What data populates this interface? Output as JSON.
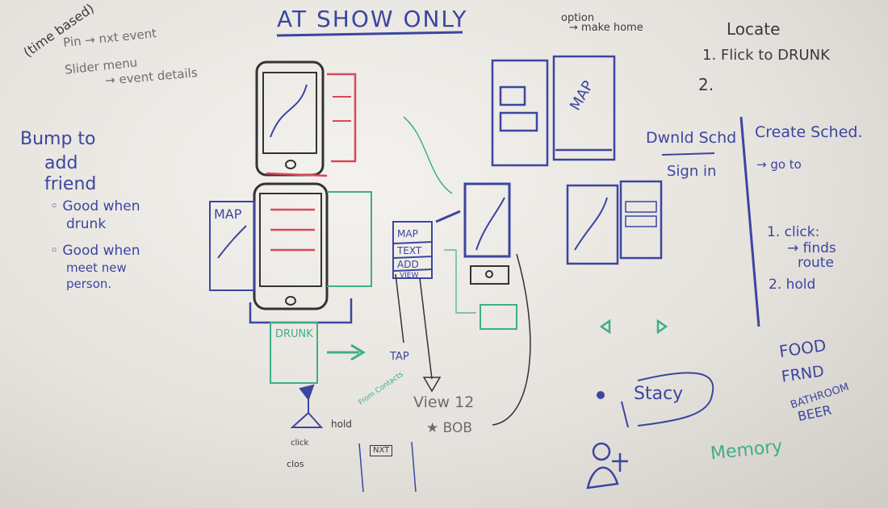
{
  "header": {
    "title": "AT SHOW ONLY"
  },
  "top_left_notes": {
    "time_based": "(time based)",
    "pin": "Pin → nxt event",
    "slider": "Slider menu",
    "slider_sub": "→ event details"
  },
  "bump": {
    "title_line1": "Bump to",
    "title_line2": "add",
    "title_line3": "friend",
    "bullet1_line1": "◦ Good when",
    "bullet1_line2": "drunk",
    "bullet2_line1": "◦ Good when",
    "bullet2_line2": "meet new",
    "bullet2_line3": "person."
  },
  "option_note": {
    "line1": "option",
    "line2": "→ make home"
  },
  "locate": {
    "title": "Locate",
    "step1": "1. Flick to DRUNK",
    "step2": "2."
  },
  "download": {
    "title": "Dwnld Schd",
    "sign_in": "Sign in"
  },
  "create": {
    "title": "Create Sched.",
    "go_to": "→ go to",
    "step1": "1. click:",
    "step1_a": "→ finds",
    "step1_b": "route",
    "step2": "2. hold"
  },
  "sketch_labels": {
    "map_left": "MAP",
    "map_right": "MAP",
    "menu": [
      "MAP",
      "TEXT",
      "ADD",
      "VIEW"
    ],
    "drunk": "DRUNK",
    "tap": "TAP",
    "from_contacts": "From Contacts",
    "view": "View 12",
    "bob": "★ BOB",
    "hold": "hold",
    "click": "click",
    "close": "clos",
    "next": "NXT",
    "stacy": "Stacy",
    "memory": "Memory"
  },
  "categories": [
    "FOOD",
    "FRND",
    "BATHROOM",
    "BEER"
  ],
  "colors": {
    "blue": "#3b46a0",
    "red": "#d8485a",
    "green": "#3fae86",
    "black": "#3a3a3e"
  }
}
